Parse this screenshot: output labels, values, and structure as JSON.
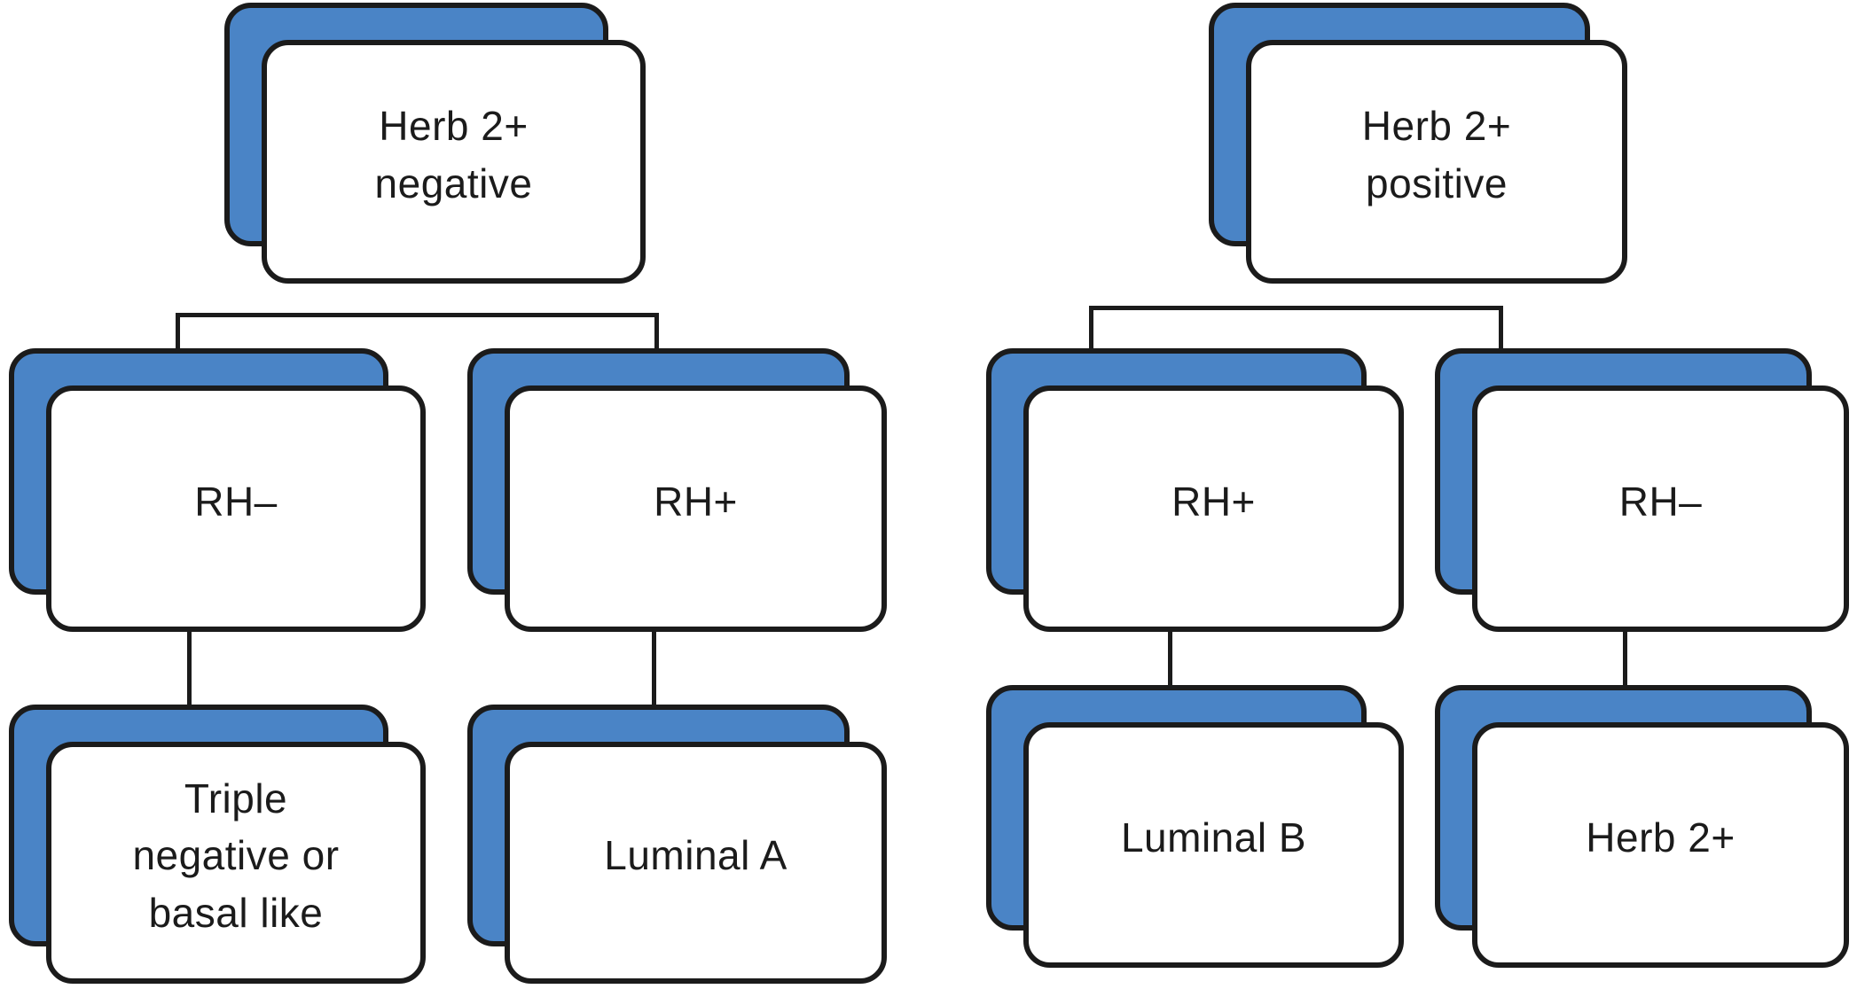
{
  "colors": {
    "background": "#ffffff",
    "card_back_fill": "#4a84c6",
    "card_front_fill": "#ffffff",
    "outline": "#1b1b1b",
    "text": "#1b1b1b"
  },
  "nodes": {
    "left_root": {
      "label": "Herb 2+\nnegative"
    },
    "left_rh_neg": {
      "label": "RH–"
    },
    "left_rh_pos": {
      "label": "RH+"
    },
    "left_triple": {
      "label": "Triple\nnegative or\nbasal like"
    },
    "left_luminal_a": {
      "label": "Luminal A"
    },
    "right_root": {
      "label": "Herb 2+\npositive"
    },
    "right_rh_pos": {
      "label": "RH+"
    },
    "right_rh_neg": {
      "label": "RH–"
    },
    "right_luminal_b": {
      "label": "Luminal B"
    },
    "right_herb2": {
      "label": "Herb 2+"
    }
  }
}
